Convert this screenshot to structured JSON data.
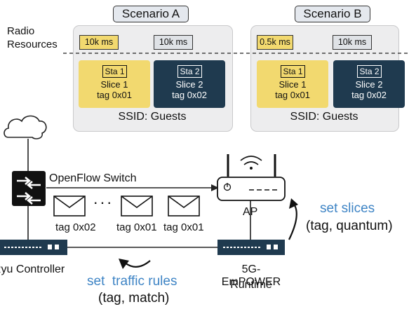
{
  "radio_resources": {
    "line1": "Radio",
    "line2": "Resources"
  },
  "scenarios": [
    {
      "title": "Scenario A",
      "quanta": [
        "10k ms",
        "10k ms"
      ],
      "slices": [
        {
          "station": "Sta 1",
          "name": "Slice 1",
          "tag": "tag 0x01",
          "color": "#f2d96f"
        },
        {
          "station": "Sta 2",
          "name": "Slice 2",
          "tag": "tag 0x02",
          "color": "#1f3a4f"
        }
      ],
      "ssid": "SSID: Guests"
    },
    {
      "title": "Scenario B",
      "quanta": [
        "0.5k ms",
        "10k ms"
      ],
      "slices": [
        {
          "station": "Sta 1",
          "name": "Slice 1",
          "tag": "tag 0x01",
          "color": "#f2d96f"
        },
        {
          "station": "Sta 2",
          "name": "Slice 2",
          "tag": "tag 0x02",
          "color": "#1f3a4f"
        }
      ],
      "ssid": "SSID: Guests"
    }
  ],
  "network": {
    "switch_label": "OpenFlow Switch",
    "ellipsis": "· · ·",
    "packet_tags": [
      "tag 0x02",
      "tag 0x01",
      "tag 0x01"
    ],
    "ap_label": "AP",
    "controller_label": "Ryu Controller",
    "runtime_line1": "5G-EmPOWER",
    "runtime_line2": "Runtime",
    "set_slices": "set slices",
    "set_slices_args": "(tag, quantum)",
    "set_rules": "set  traffic rules",
    "set_rules_args": "(tag, match)"
  },
  "colors": {
    "accent_blue": "#3e84c5",
    "dark_navy": "#1f3a4f",
    "slice_yellow": "#f2d96f",
    "panel_grey": "#ededee"
  }
}
